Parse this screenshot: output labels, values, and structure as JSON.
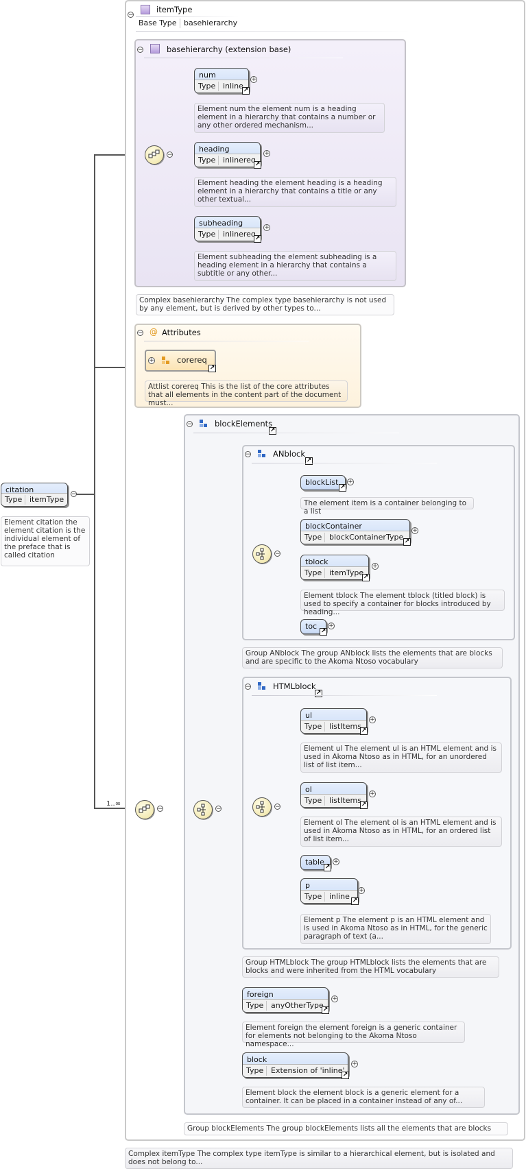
{
  "root": {
    "name": "citation",
    "type_key": "Type",
    "type_value": "itemType",
    "doc": "Element citation the element citation is the individual element of the preface that is called citation"
  },
  "item_type": {
    "title": "itemType",
    "base_key": "Base Type",
    "base_value": "basehierarchy",
    "doc": "Complex itemType The complex type itemType is similar to a hierarchical element, but is isolated and does not belong to..."
  },
  "basehierarchy": {
    "title": "basehierarchy (extension base)",
    "doc": "Complex basehierarchy The complex type basehierarchy is not used by any element, but is derived by other types to...",
    "elements": [
      {
        "name": "num",
        "type_key": "Type",
        "type_value": "inline",
        "doc": "Element num the element num is a heading element in a hierarchy that contains a number or any other ordered mechanism..."
      },
      {
        "name": "heading",
        "type_key": "Type",
        "type_value": "inlinereq",
        "doc": "Element heading the element heading is a heading element in a hierarchy that contains a title or any other textual..."
      },
      {
        "name": "subheading",
        "type_key": "Type",
        "type_value": "inlinereq",
        "doc": "Element subheading the element subheading is a heading element in a hierarchy that contains a subtitle or any other..."
      }
    ]
  },
  "attributes": {
    "title": "Attributes",
    "group_name": "corereq",
    "doc": "Attlist corereq This is the list of the core attributes that all elements in the content part of the document must..."
  },
  "block_elements": {
    "title": "blockElements",
    "cardinality": "1..∞",
    "doc": "Group blockElements The group blockElements lists all the elements that are blocks",
    "anblock": {
      "title": "ANblock",
      "doc": "Group ANblock The group ANblock lists the elements that are blocks and are specific to the Akoma Ntoso vocabulary",
      "blocklist": {
        "name": "blockList",
        "doc": "The element item is a container belonging to a list"
      },
      "blockcontainer": {
        "name": "blockContainer",
        "type_key": "Type",
        "type_value": "blockContainerType"
      },
      "tblock": {
        "name": "tblock",
        "type_key": "Type",
        "type_value": "itemType",
        "doc": "Element tblock The element tblock (titled block) is used to specify a container for blocks introduced by heading..."
      },
      "toc": {
        "name": "toc"
      }
    },
    "htmlblock": {
      "title": "HTMLblock",
      "doc": "Group HTMLblock The group HTMLblock lists the elements that are blocks and were inherited from the HTML vocabulary",
      "ul": {
        "name": "ul",
        "type_key": "Type",
        "type_value": "listItems",
        "doc": "Element ul The element ul is an HTML element and is used in Akoma Ntoso as in HTML, for an unordered list of list item..."
      },
      "ol": {
        "name": "ol",
        "type_key": "Type",
        "type_value": "listItems",
        "doc": "Element ol The element ol is an HTML element and is used in Akoma Ntoso as in HTML, for an ordered list of list item..."
      },
      "table": {
        "name": "table"
      },
      "p": {
        "name": "p",
        "type_key": "Type",
        "type_value": "inline",
        "doc": "Element p The element p is an HTML element and is used in Akoma Ntoso as in HTML, for the generic paragraph of text (a..."
      }
    },
    "foreign": {
      "name": "foreign",
      "type_key": "Type",
      "type_value": "anyOtherType",
      "doc": "Element foreign the element foreign is a generic container for elements not belonging to the Akoma Ntoso namespace..."
    },
    "block": {
      "name": "block",
      "type_key": "Type",
      "type_value": "Extension of 'inline'",
      "doc": "Element block the element block is a generic element for a container. It can be placed in a container instead of any of..."
    }
  },
  "icons": {
    "collapse": "minus-circle-icon",
    "expand": "plus-circle-icon",
    "reference": "reference-arrow-icon",
    "complex_type": "complex-type-icon",
    "group": "group-icon",
    "attribute": "at-sign-icon",
    "sequence": "sequence-icon"
  },
  "colors": {
    "element_fill": "#c9dbf6",
    "complex_fill": "#e9e4f3",
    "attr_fill": "#fdf2dd",
    "compositor_fill": "#efe3a0",
    "connector": "#555555"
  }
}
